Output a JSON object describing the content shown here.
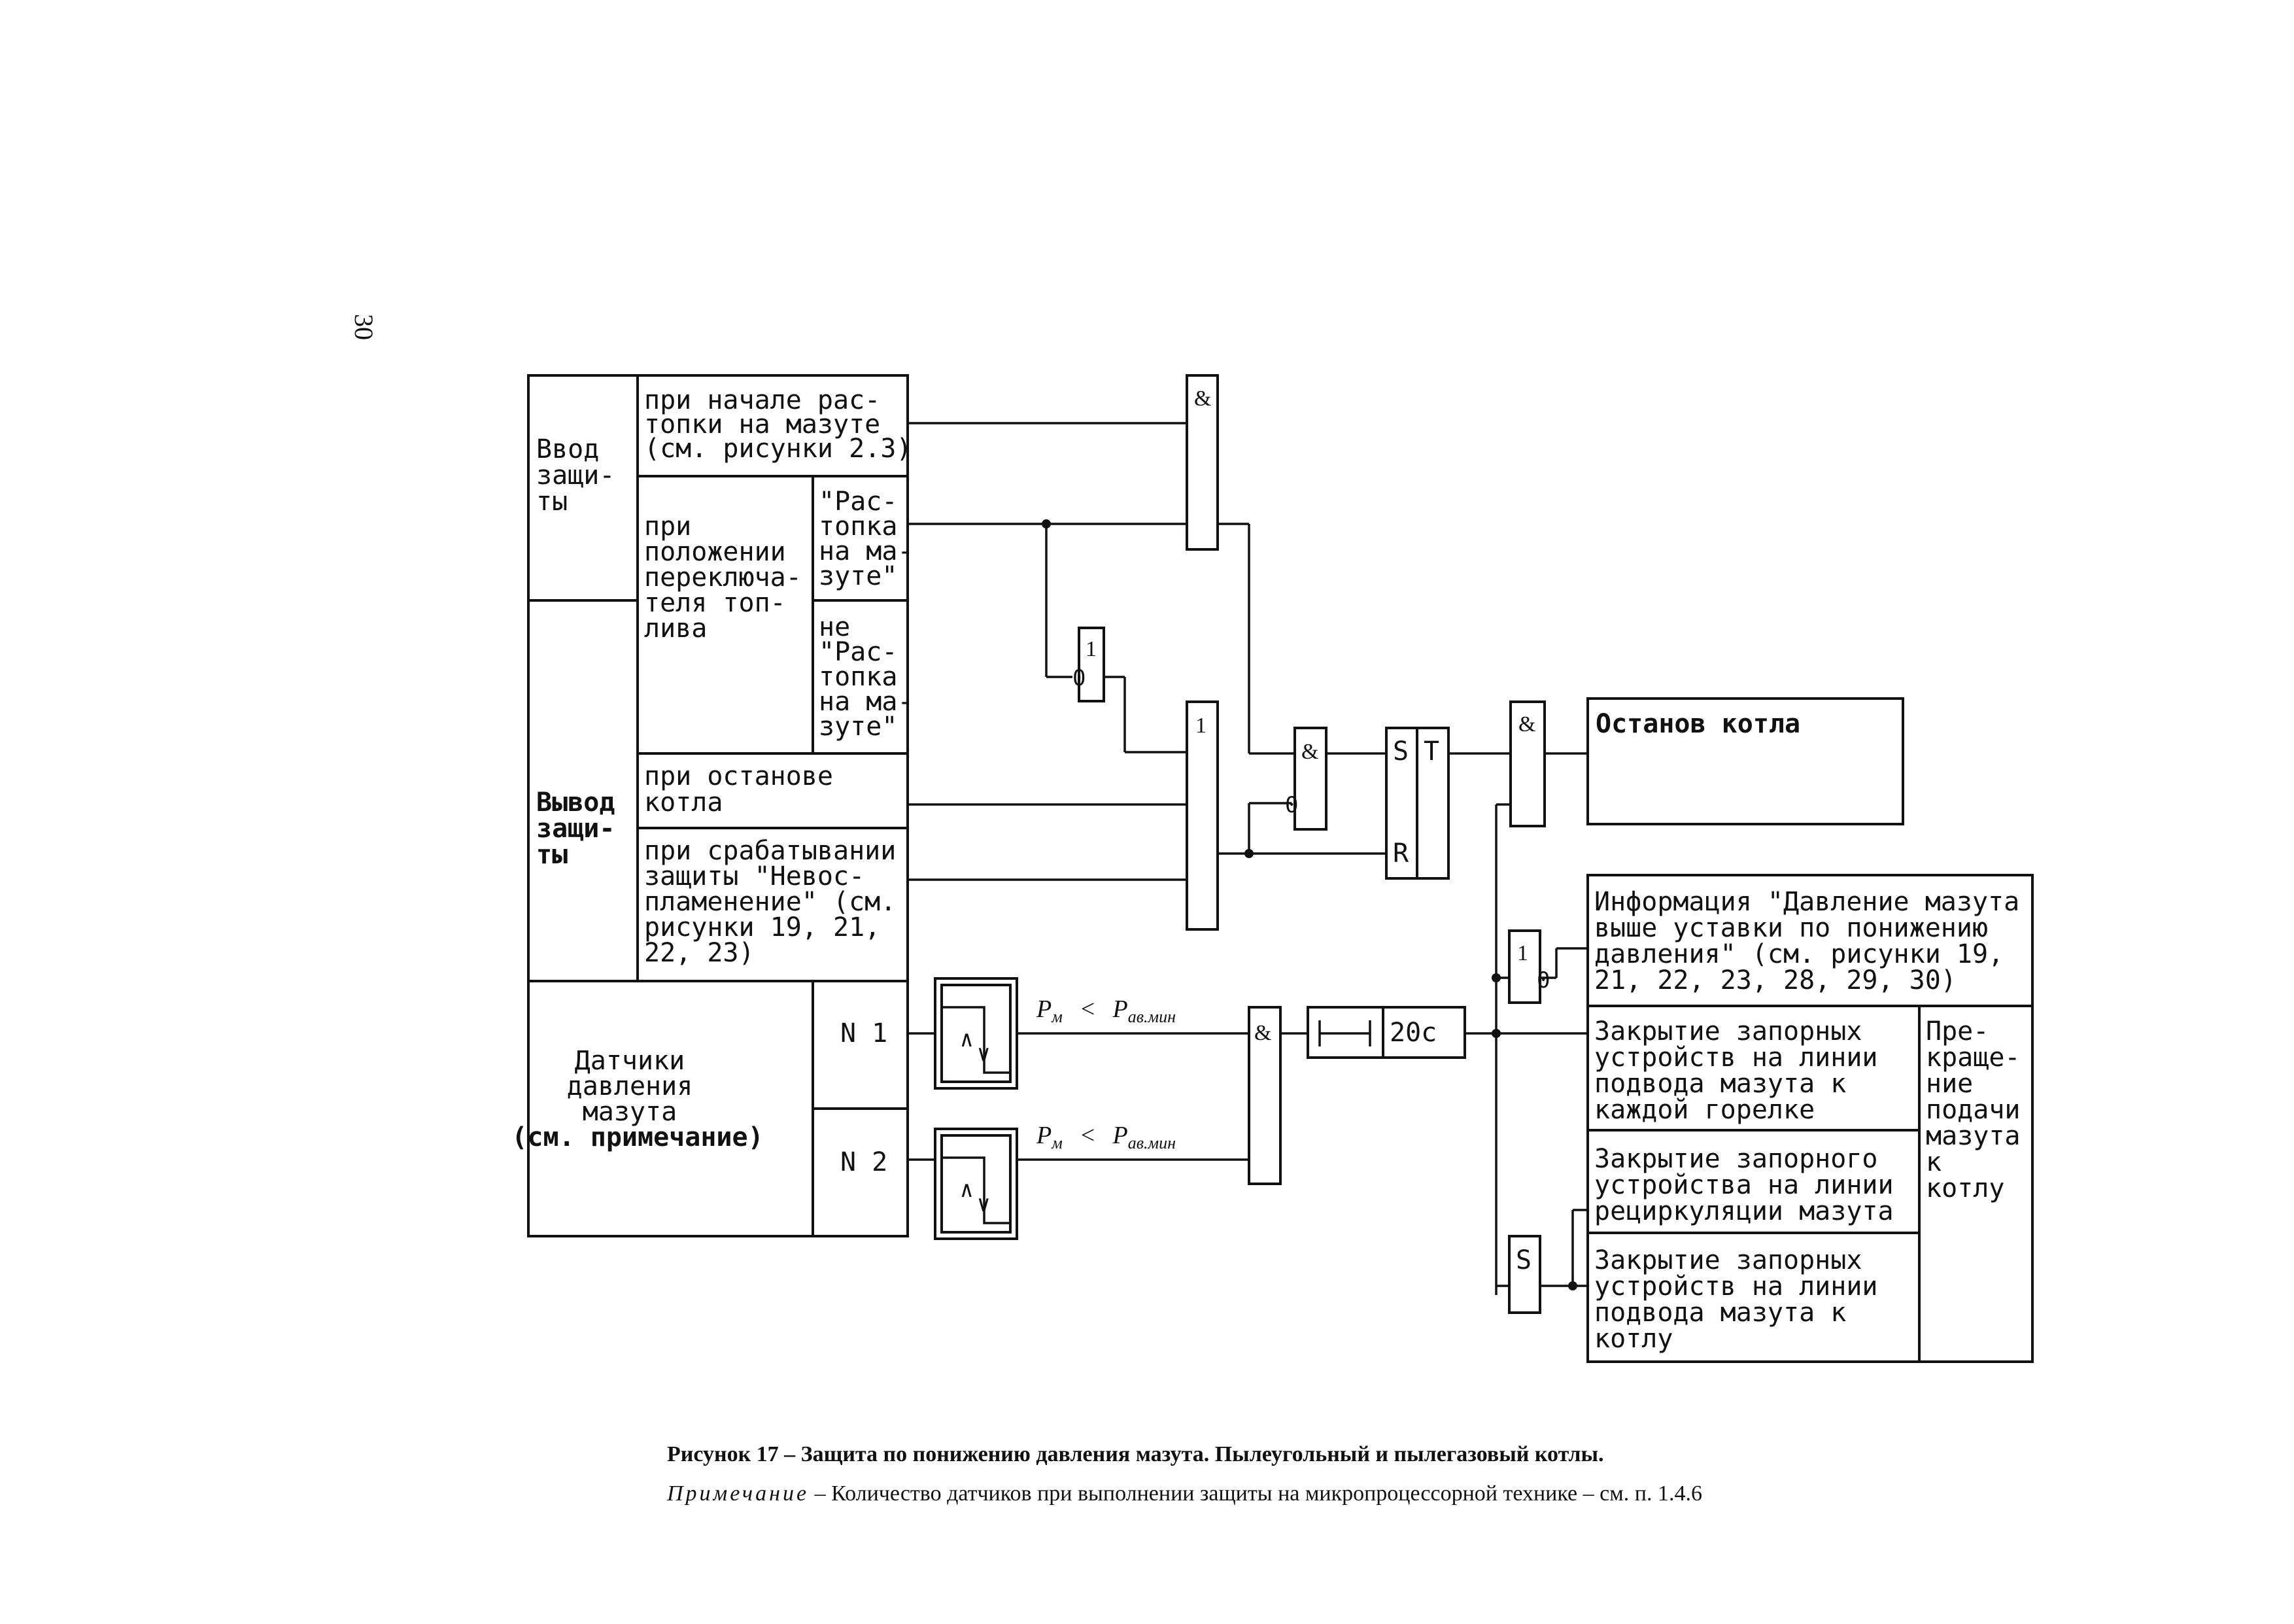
{
  "page_number": "30",
  "left_panel": {
    "vvod": [
      "Ввод",
      "защи-",
      "ты"
    ],
    "vyvod": [
      "Вывод",
      "защи-",
      "ты"
    ],
    "start_mazut": [
      "при начале рас-",
      "топки на мазуте",
      "(см. рисунки 2.3)"
    ],
    "switch_position": [
      "при",
      "положении",
      "переключа-",
      "теля топ-",
      "лива"
    ],
    "rastopka_on": [
      "\"Рас-",
      "топка",
      "на ма-",
      "зуте\""
    ],
    "rastopka_not": [
      "не",
      "\"Рас-",
      "топка",
      "на ма-",
      "зуте\""
    ],
    "stop_boiler": [
      "при останове",
      "котла"
    ],
    "flame_out": [
      "при срабатывании",
      "защиты \"Невос-",
      "пламенение\" (см.",
      "рисунки 19, 21,",
      "22, 23)"
    ],
    "sensors": [
      "Датчики",
      "давления",
      "мазута",
      "(см. примечание)"
    ],
    "n1": "N 1",
    "n2": "N 2"
  },
  "gates": {
    "and_label": "&",
    "or_label": "1",
    "inverse_label": "0",
    "s_label": "S",
    "t_label": "T",
    "r_label": "R",
    "timer_label": "20с"
  },
  "condition": {
    "p_m": "P",
    "p_m_sub": "м",
    "lt": "<",
    "p_av": "P",
    "p_av_sub": "ав.мин"
  },
  "outputs": {
    "stop": "Останов котла",
    "info": [
      "Информация \"Давление мазута",
      "выше уставки по понижению",
      "давления\" (см. рисунки 19,",
      "21, 22, 23, 28, 29, 30)"
    ],
    "close_each_burner": [
      "Закрытие запорных",
      "устройств на линии",
      "подвода мазута к",
      "каждой горелке"
    ],
    "close_recirc": [
      "Закрытие запорного",
      "устройства на линии",
      "рециркуляции мазута"
    ],
    "close_boiler": [
      "Закрытие запорных",
      "устройств на линии",
      "подвода мазута к",
      "котлу"
    ],
    "stop_supply": [
      "Пре-",
      "краще-",
      "ние",
      "подачи",
      "мазута",
      "к",
      "котлу"
    ]
  },
  "caption": "Рисунок 17 – Защита по понижению давления мазута. Пылеугольный и пылегазовый котлы.",
  "note": {
    "title": "Примечание",
    "text": "– Количество датчиков при выполнении защиты на микропроцессорной технике – см. п. 1.4.6"
  }
}
